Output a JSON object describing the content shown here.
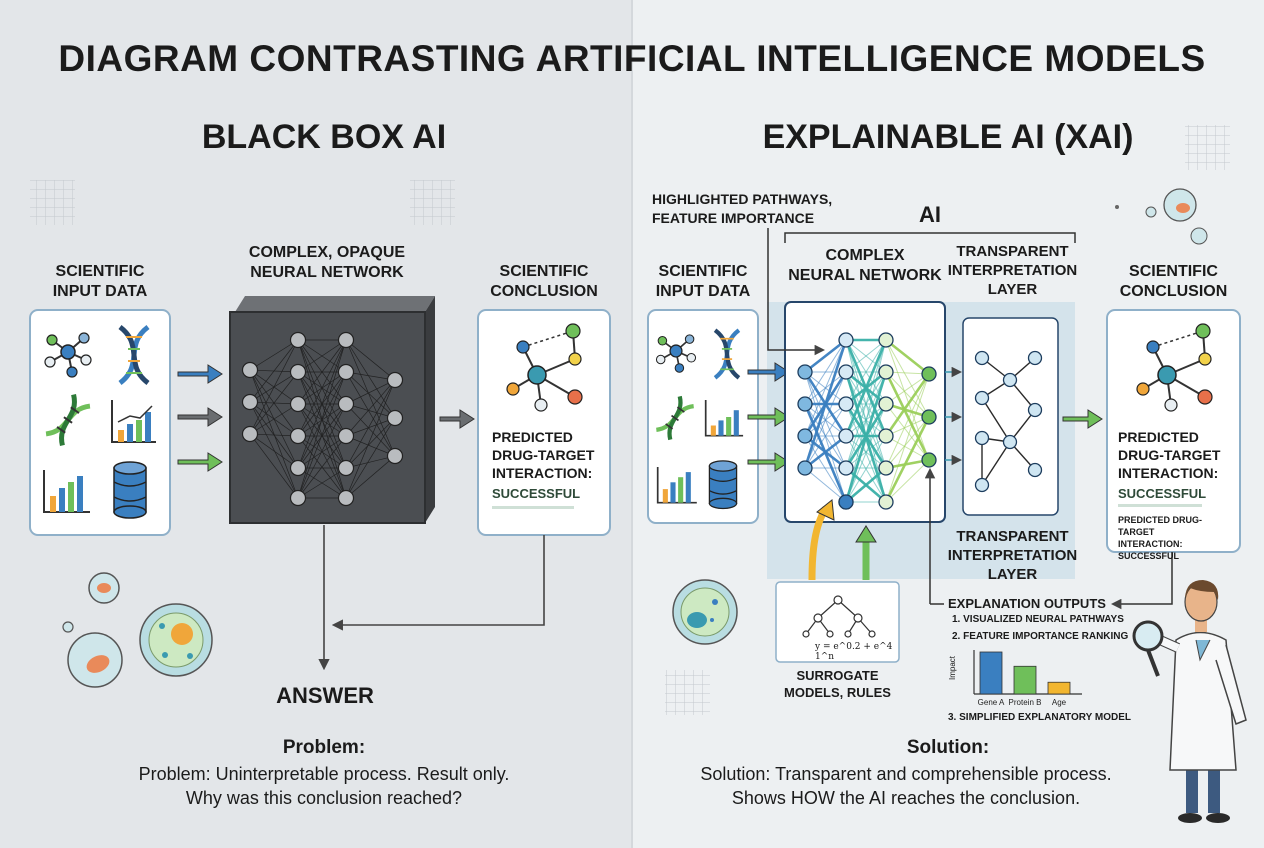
{
  "title": "DIAGRAM CONTRASTING ARTIFICIAL INTELLIGENCE MODELS",
  "left": {
    "heading": "BLACK BOX AI",
    "input_label": "SCIENTIFIC\nINPUT DATA",
    "network_label": "COMPLEX, OPAQUE\nNEURAL NETWORK",
    "conclusion_label": "SCIENTIFIC\nCONCLUSION",
    "prediction": "PREDICTED\nDRUG-TARGET\nINTERACTION:",
    "result": "SUCCESSFUL",
    "answer": "ANSWER",
    "problem_heading": "Problem:",
    "problem_text": "Problem: Uninterpretable process. Result only.\nWhy was this conclusion reached?"
  },
  "right": {
    "heading": "EXPLAINABLE AI (XAI)",
    "pathways_label": "HIGHLIGHTED PATHWAYS,\nFEATURE IMPORTANCE",
    "ai_label": "AI",
    "input_label": "SCIENTIFIC\nINPUT DATA",
    "network_label": "COMPLEX\nNEURAL NETWORK",
    "interp_label_top": "TRANSPARENT\nINTERPRETATION\nLAYER",
    "interp_label_bottom": "TRANSPARENT\nINTERPRETATION\nLAYER",
    "conclusion_label": "SCIENTIFIC\nCONCLUSION",
    "prediction": "PREDICTED\nDRUG-TARGET\nINTERACTION:",
    "result": "SUCCESSFUL",
    "result_small": "PREDICTED DRUG-TARGET\nINTERACTION: SUCCESSFUL",
    "surrogate_label": "SURROGATE\nMODELS, RULES",
    "formula": "y = e^0.2 + e^4 1^n",
    "explanation_heading": "EXPLANATION OUTPUTS",
    "explanation_items": [
      "1. VISUALIZED NEURAL PATHWAYS",
      "2. FEATURE IMPORTANCE RANKING",
      "3. SIMPLIFIED EXPLANATORY MODEL"
    ],
    "solution_heading": "Solution:",
    "solution_text": "Solution: Transparent and comprehensible process.\nShows HOW the AI reaches the conclusion."
  },
  "importance_chart": {
    "type": "bar",
    "ylabel": "Impact",
    "categories": [
      "Gene A",
      "Protein B",
      "Age"
    ],
    "values": [
      1.0,
      0.66,
      0.28
    ],
    "colors": [
      "#3a7fc0",
      "#6fbf5a",
      "#f2b630"
    ]
  },
  "colors": {
    "blue": "#3a7fc0",
    "green": "#6fbf5a",
    "orange": "#f0a63a",
    "network_dark": "#4b4e52",
    "xai_panel": "#cfe0ea"
  },
  "icons": [
    "molecule-icon",
    "dna-icon",
    "bar-chart-icon",
    "database-icon",
    "cell-icon",
    "magnifier-icon",
    "scientist-icon"
  ]
}
